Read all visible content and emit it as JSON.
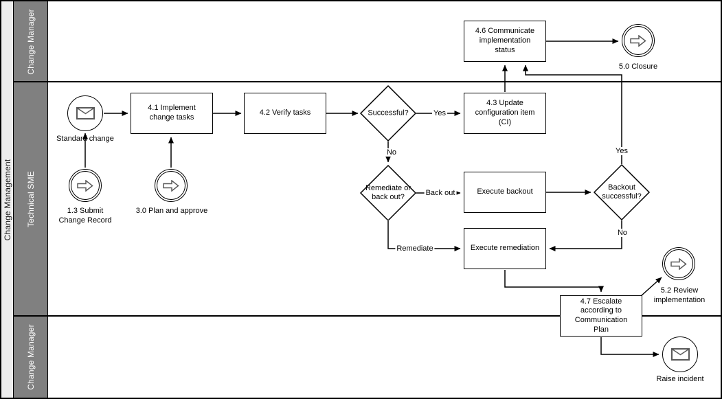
{
  "diagram": {
    "pool_label": "Change Management",
    "lanes": [
      {
        "label": "Change Manager"
      },
      {
        "label": "Technical SME"
      },
      {
        "label": "Change Manager"
      }
    ]
  },
  "nodes": {
    "standard_change": "Standard change",
    "submit_change_record": "1.3 Submit Change Record",
    "plan_and_approve": "3.0 Plan and approve",
    "implement_change_tasks": "4.1 Implement change tasks",
    "verify_tasks": "4.2 Verify tasks",
    "successful": "Successful?",
    "update_ci": "4.3 Update configuration item (CI)",
    "communicate_status": "4.6 Communicate implementation status",
    "closure": "5.0 Closure",
    "remediate_or_back_out": "Remediate or back out?",
    "execute_backout": "Execute backout",
    "backout_successful": "Backout successful?",
    "execute_remediation": "Execute remediation",
    "escalate": "4.7 Escalate according to Communication Plan",
    "review_implementation": "5.2 Review implementation",
    "raise_incident": "Raise incident"
  },
  "edge_labels": {
    "successful_yes": "Yes",
    "successful_no": "No",
    "back_out": "Back out",
    "remediate": "Remediate",
    "backout_yes": "Yes",
    "backout_no": "No"
  },
  "icons": {
    "message_events": "envelope-icon",
    "link_events": "hollow-arrow-icon"
  },
  "colors": {
    "lane_header_fill": "#808080",
    "pool_header_fill": "#ededed",
    "lane_text": "#ffffff",
    "stroke": "#000000",
    "icon_stroke": "#595959",
    "shape_fill": "#ffffff"
  }
}
